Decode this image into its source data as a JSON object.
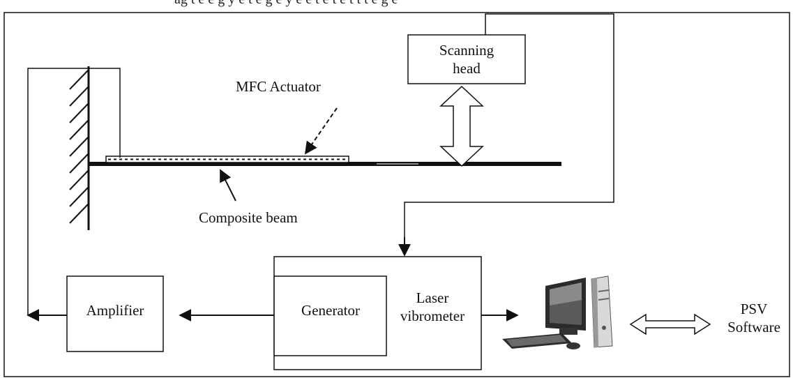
{
  "header_caption": "ag    t e    e   g   y  e       t e        g  e       y e    e   t e      t e       t   t     t  e   g   e",
  "labels": {
    "scanning_head": [
      "Scanning",
      "head"
    ],
    "mfc_actuator": "MFC Actuator",
    "composite_beam": "Composite beam",
    "amplifier": "Amplifier",
    "generator": "Generator",
    "laser_vibrometer": [
      "Laser",
      "vibrometer"
    ],
    "psv_software": [
      "PSV",
      "Software"
    ]
  },
  "icons": {
    "computer": "desktop-computer-icon",
    "bidirectional_arrow": "double-headed-arrow-icon"
  },
  "colors": {
    "line": "#111111",
    "background": "#ffffff"
  }
}
